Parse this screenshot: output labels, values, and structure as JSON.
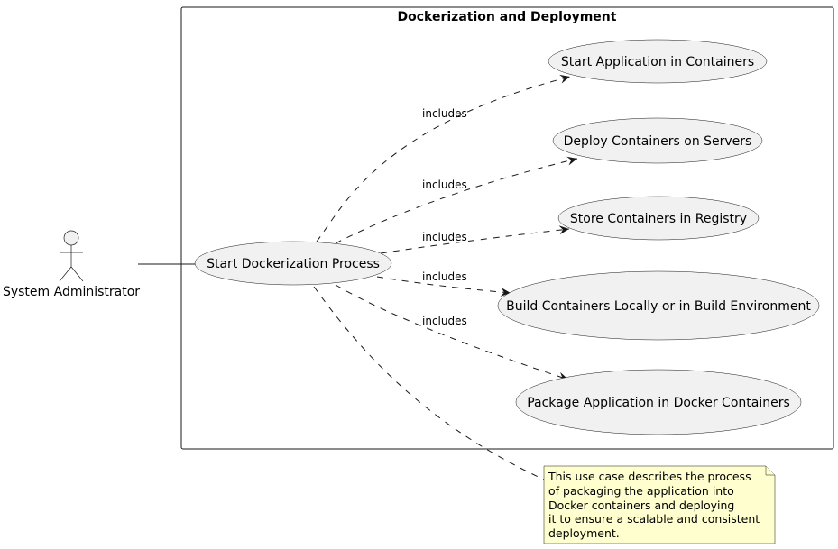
{
  "diagram": {
    "system_title": "Dockerization and Deployment",
    "actor": {
      "name": "System Administrator",
      "icon": "stick-figure-icon"
    },
    "main_use_case": "Start Dockerization Process",
    "use_cases": [
      "Start Application in Containers",
      "Deploy Containers on Servers",
      "Store Containers in Registry",
      "Build Containers Locally or in Build Environment",
      "Package Application in Docker Containers"
    ],
    "relationship_label": "includes",
    "note_lines": [
      "This use case describes the process",
      "of packaging the application into",
      "Docker containers and deploying",
      "it to ensure a scalable and consistent",
      "deployment."
    ],
    "colors": {
      "usecase_fill": "#f1f1f1",
      "note_fill": "#fefece",
      "line": "#181818"
    }
  }
}
